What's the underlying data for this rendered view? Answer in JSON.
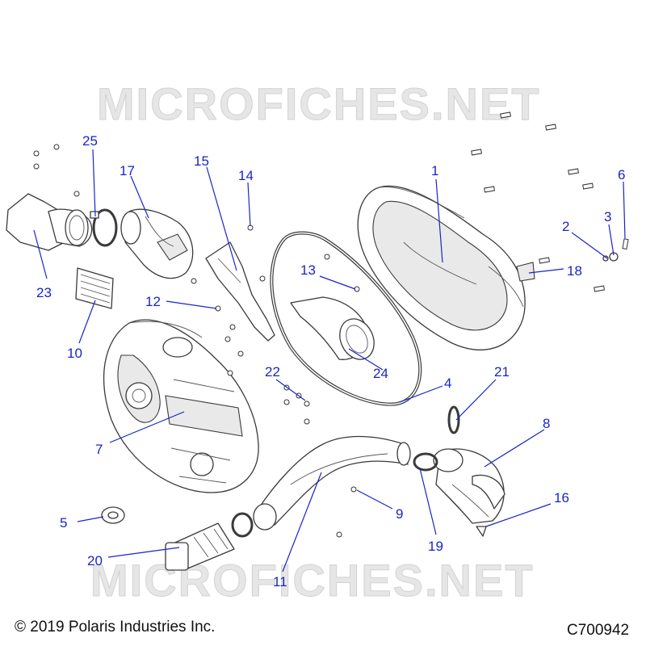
{
  "watermark_top": "MICROFICHES.NET",
  "watermark_bottom": "MICROFICHES.NET",
  "copyright": "© 2019 Polaris Industries Inc.",
  "drawing_id": "C700942",
  "callouts": [
    {
      "id": "1",
      "label": "1"
    },
    {
      "id": "2",
      "label": "2"
    },
    {
      "id": "3",
      "label": "3"
    },
    {
      "id": "4",
      "label": "4"
    },
    {
      "id": "5",
      "label": "5"
    },
    {
      "id": "6",
      "label": "6"
    },
    {
      "id": "7",
      "label": "7"
    },
    {
      "id": "8",
      "label": "8"
    },
    {
      "id": "9",
      "label": "9"
    },
    {
      "id": "10",
      "label": "10"
    },
    {
      "id": "11",
      "label": "11"
    },
    {
      "id": "12",
      "label": "12"
    },
    {
      "id": "13",
      "label": "13"
    },
    {
      "id": "14",
      "label": "14"
    },
    {
      "id": "15",
      "label": "15"
    },
    {
      "id": "16",
      "label": "16"
    },
    {
      "id": "17",
      "label": "17"
    },
    {
      "id": "18",
      "label": "18"
    },
    {
      "id": "19",
      "label": "19"
    },
    {
      "id": "20",
      "label": "20"
    },
    {
      "id": "21",
      "label": "21"
    },
    {
      "id": "22",
      "label": "22"
    },
    {
      "id": "23",
      "label": "23"
    },
    {
      "id": "24",
      "label": "24"
    },
    {
      "id": "25",
      "label": "25"
    }
  ],
  "colors": {
    "callout": "#1a24c8",
    "line_art": "#3a3a3a",
    "watermark": "#e6e6e6"
  }
}
